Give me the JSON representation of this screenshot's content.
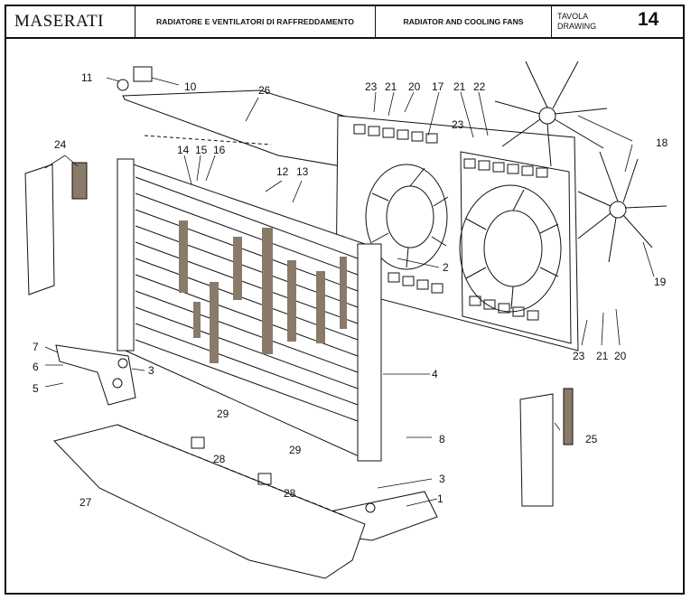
{
  "header": {
    "brand": "MASERATI",
    "title_it": "RADIATORE E VENTILATORI DI RAFFREDDAMENTO",
    "title_en": "RADIATOR AND COOLING FANS",
    "tavola_label": "TAVOLA",
    "drawing_label": "DRAWING",
    "drawing_number": "14"
  },
  "callouts": {
    "c1": "1",
    "c2": "2",
    "c3a": "3",
    "c3b": "3",
    "c4": "4",
    "c5": "5",
    "c6": "6",
    "c7": "7",
    "c8": "8",
    "c10": "10",
    "c11": "11",
    "c12": "12",
    "c13": "13",
    "c14": "14",
    "c15": "15",
    "c16": "16",
    "c17": "17",
    "c18": "18",
    "c19": "19",
    "c20a": "20",
    "c20b": "20",
    "c21a": "21",
    "c21b": "21",
    "c21c": "21",
    "c22": "22",
    "c23a": "23",
    "c23b": "23",
    "c23c": "23",
    "c24": "24",
    "c25": "25",
    "c26": "26",
    "c27": "27",
    "c28a": "28",
    "c28b": "28",
    "c29a": "29",
    "c29b": "29"
  },
  "colors": {
    "ink": "#111111",
    "paper": "#ffffff",
    "shade": "#8a7a6a"
  }
}
